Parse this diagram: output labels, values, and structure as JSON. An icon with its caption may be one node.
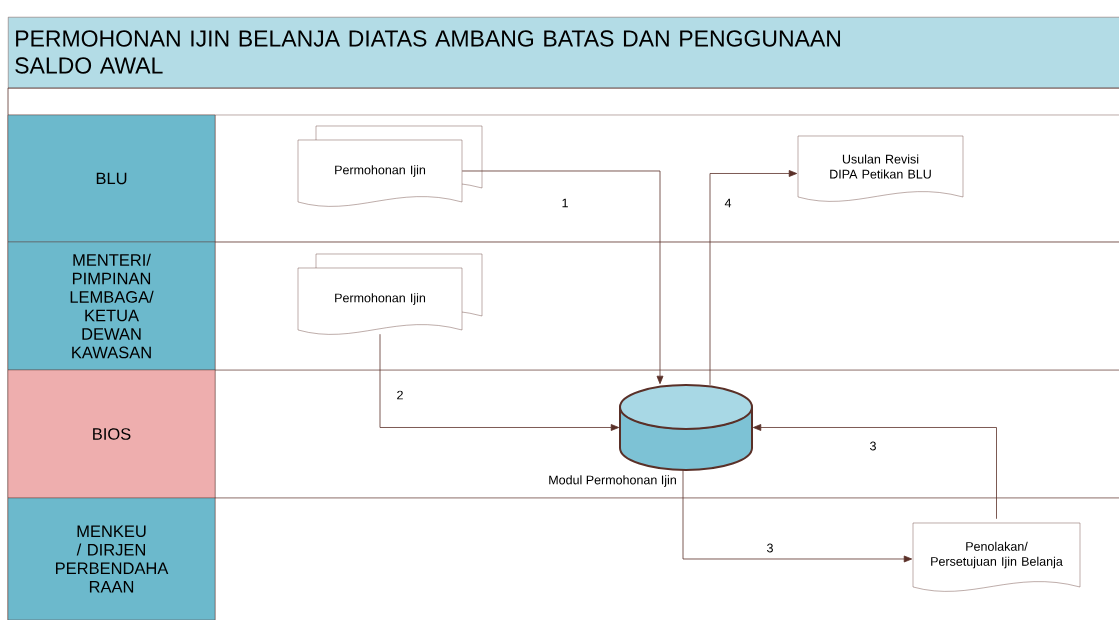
{
  "diagram": {
    "title": "PERMOHONAN IJIN BELANJA DIATAS AMBANG BATAS DAN PENGGUNAAN SALDO AWAL",
    "nodes": [
      {
        "text": [
          "BLU"
        ]
      },
      {
        "text": [
          "MENTERI/ PIMPINAN LEMBAGA/ KETUA DEWAN KAWASAN"
        ]
      },
      {
        "text": [
          "BIOS"
        ]
      },
      {
        "text": [
          "MENKEU / DIRJEN PERBENDAHA RAAN"
        ]
      },
      {
        "text": [
          "Permohonan Ijin"
        ]
      },
      {
        "text": [
          "Usulan Revisi DIPA Petikan BLU"
        ]
      },
      {
        "text": [
          "Permohonan Ijin"
        ]
      },
      {
        "text": [],
        "shape": "cylinder",
        "beside": [
          "Modul Permohonan Ijin"
        ]
      },
      {
        "text": [
          "Penolakan/ Persetujuan Ijin Belanja"
        ]
      }
    ],
    "edges": [
      {
        "from": 4,
        "to": 7,
        "arrow": "to",
        "label": "1"
      },
      {
        "from": 7,
        "to": 5,
        "arrow": "to",
        "label": "4"
      },
      {
        "from": 6,
        "to": 7,
        "arrow": "to",
        "label": "2"
      },
      {
        "from": 7,
        "to": 8,
        "arrow": "to",
        "label": "3"
      },
      {
        "from": 8,
        "to": 7,
        "arrow": "to",
        "label": "3"
      }
    ]
  }
}
